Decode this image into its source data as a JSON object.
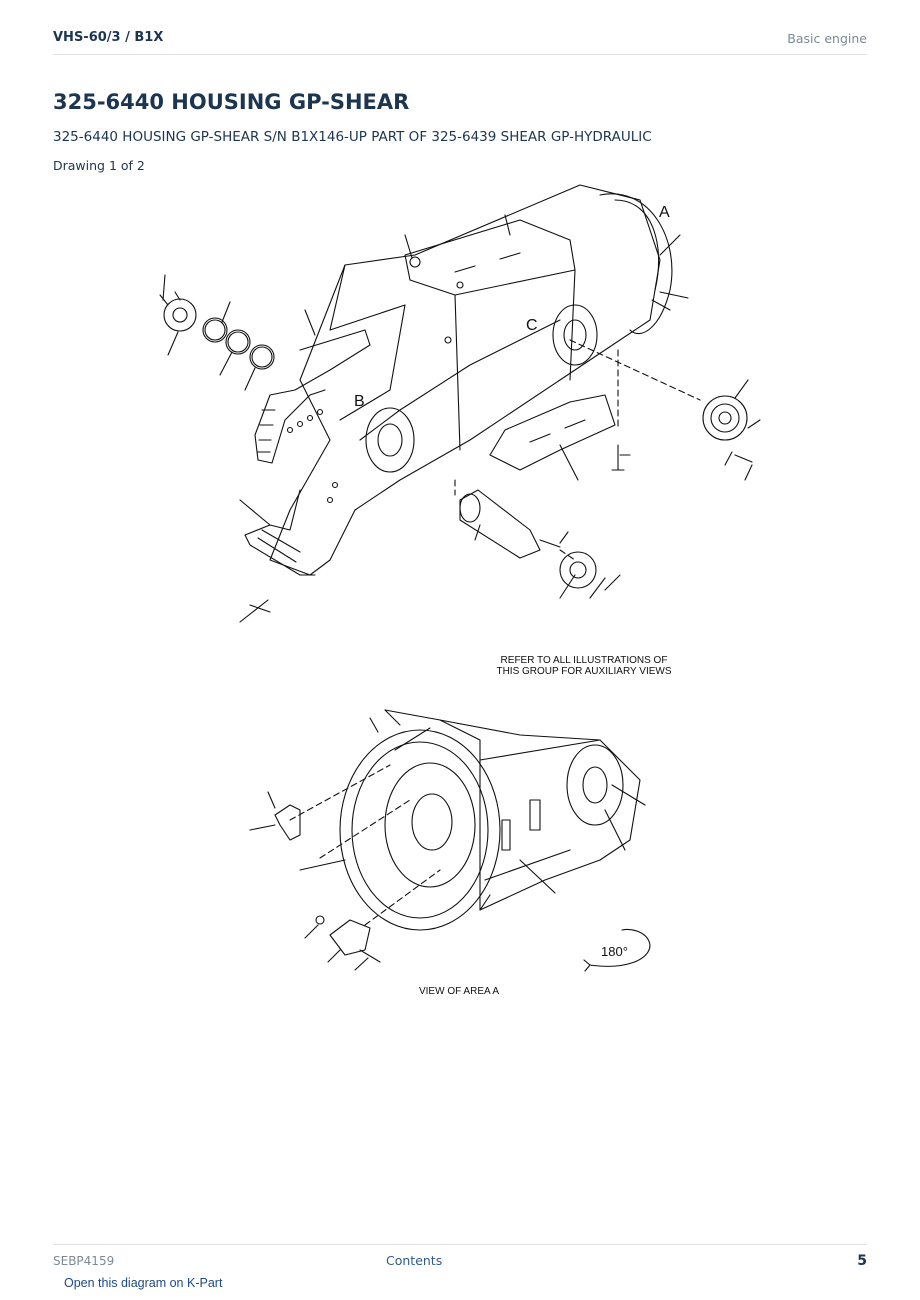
{
  "header": {
    "model": "VHS-60/3  /  B1X",
    "section": "Basic engine"
  },
  "main": {
    "title": "325-6440 HOUSING GP-SHEAR",
    "subtitle": "325-6440 HOUSING GP-SHEAR S/N B1X146-UP PART OF 325-6439 SHEAR GP-HYDRAULIC",
    "drawing_label": "Drawing 1 of 2"
  },
  "illustration": {
    "callouts": [
      "A",
      "B",
      "C"
    ],
    "refer_note_line1": "REFER TO ALL ILLUSTRATIONS OF",
    "refer_note_line2": "THIS GROUP FOR AUXILIARY VIEWS",
    "rotation_label": "180°",
    "view_caption": "VIEW OF AREA  A"
  },
  "footer": {
    "doc_id": "SEBP4159",
    "contents_link": "Contents",
    "page_number": "5",
    "kpart_link": "Open this diagram on K-Part"
  }
}
